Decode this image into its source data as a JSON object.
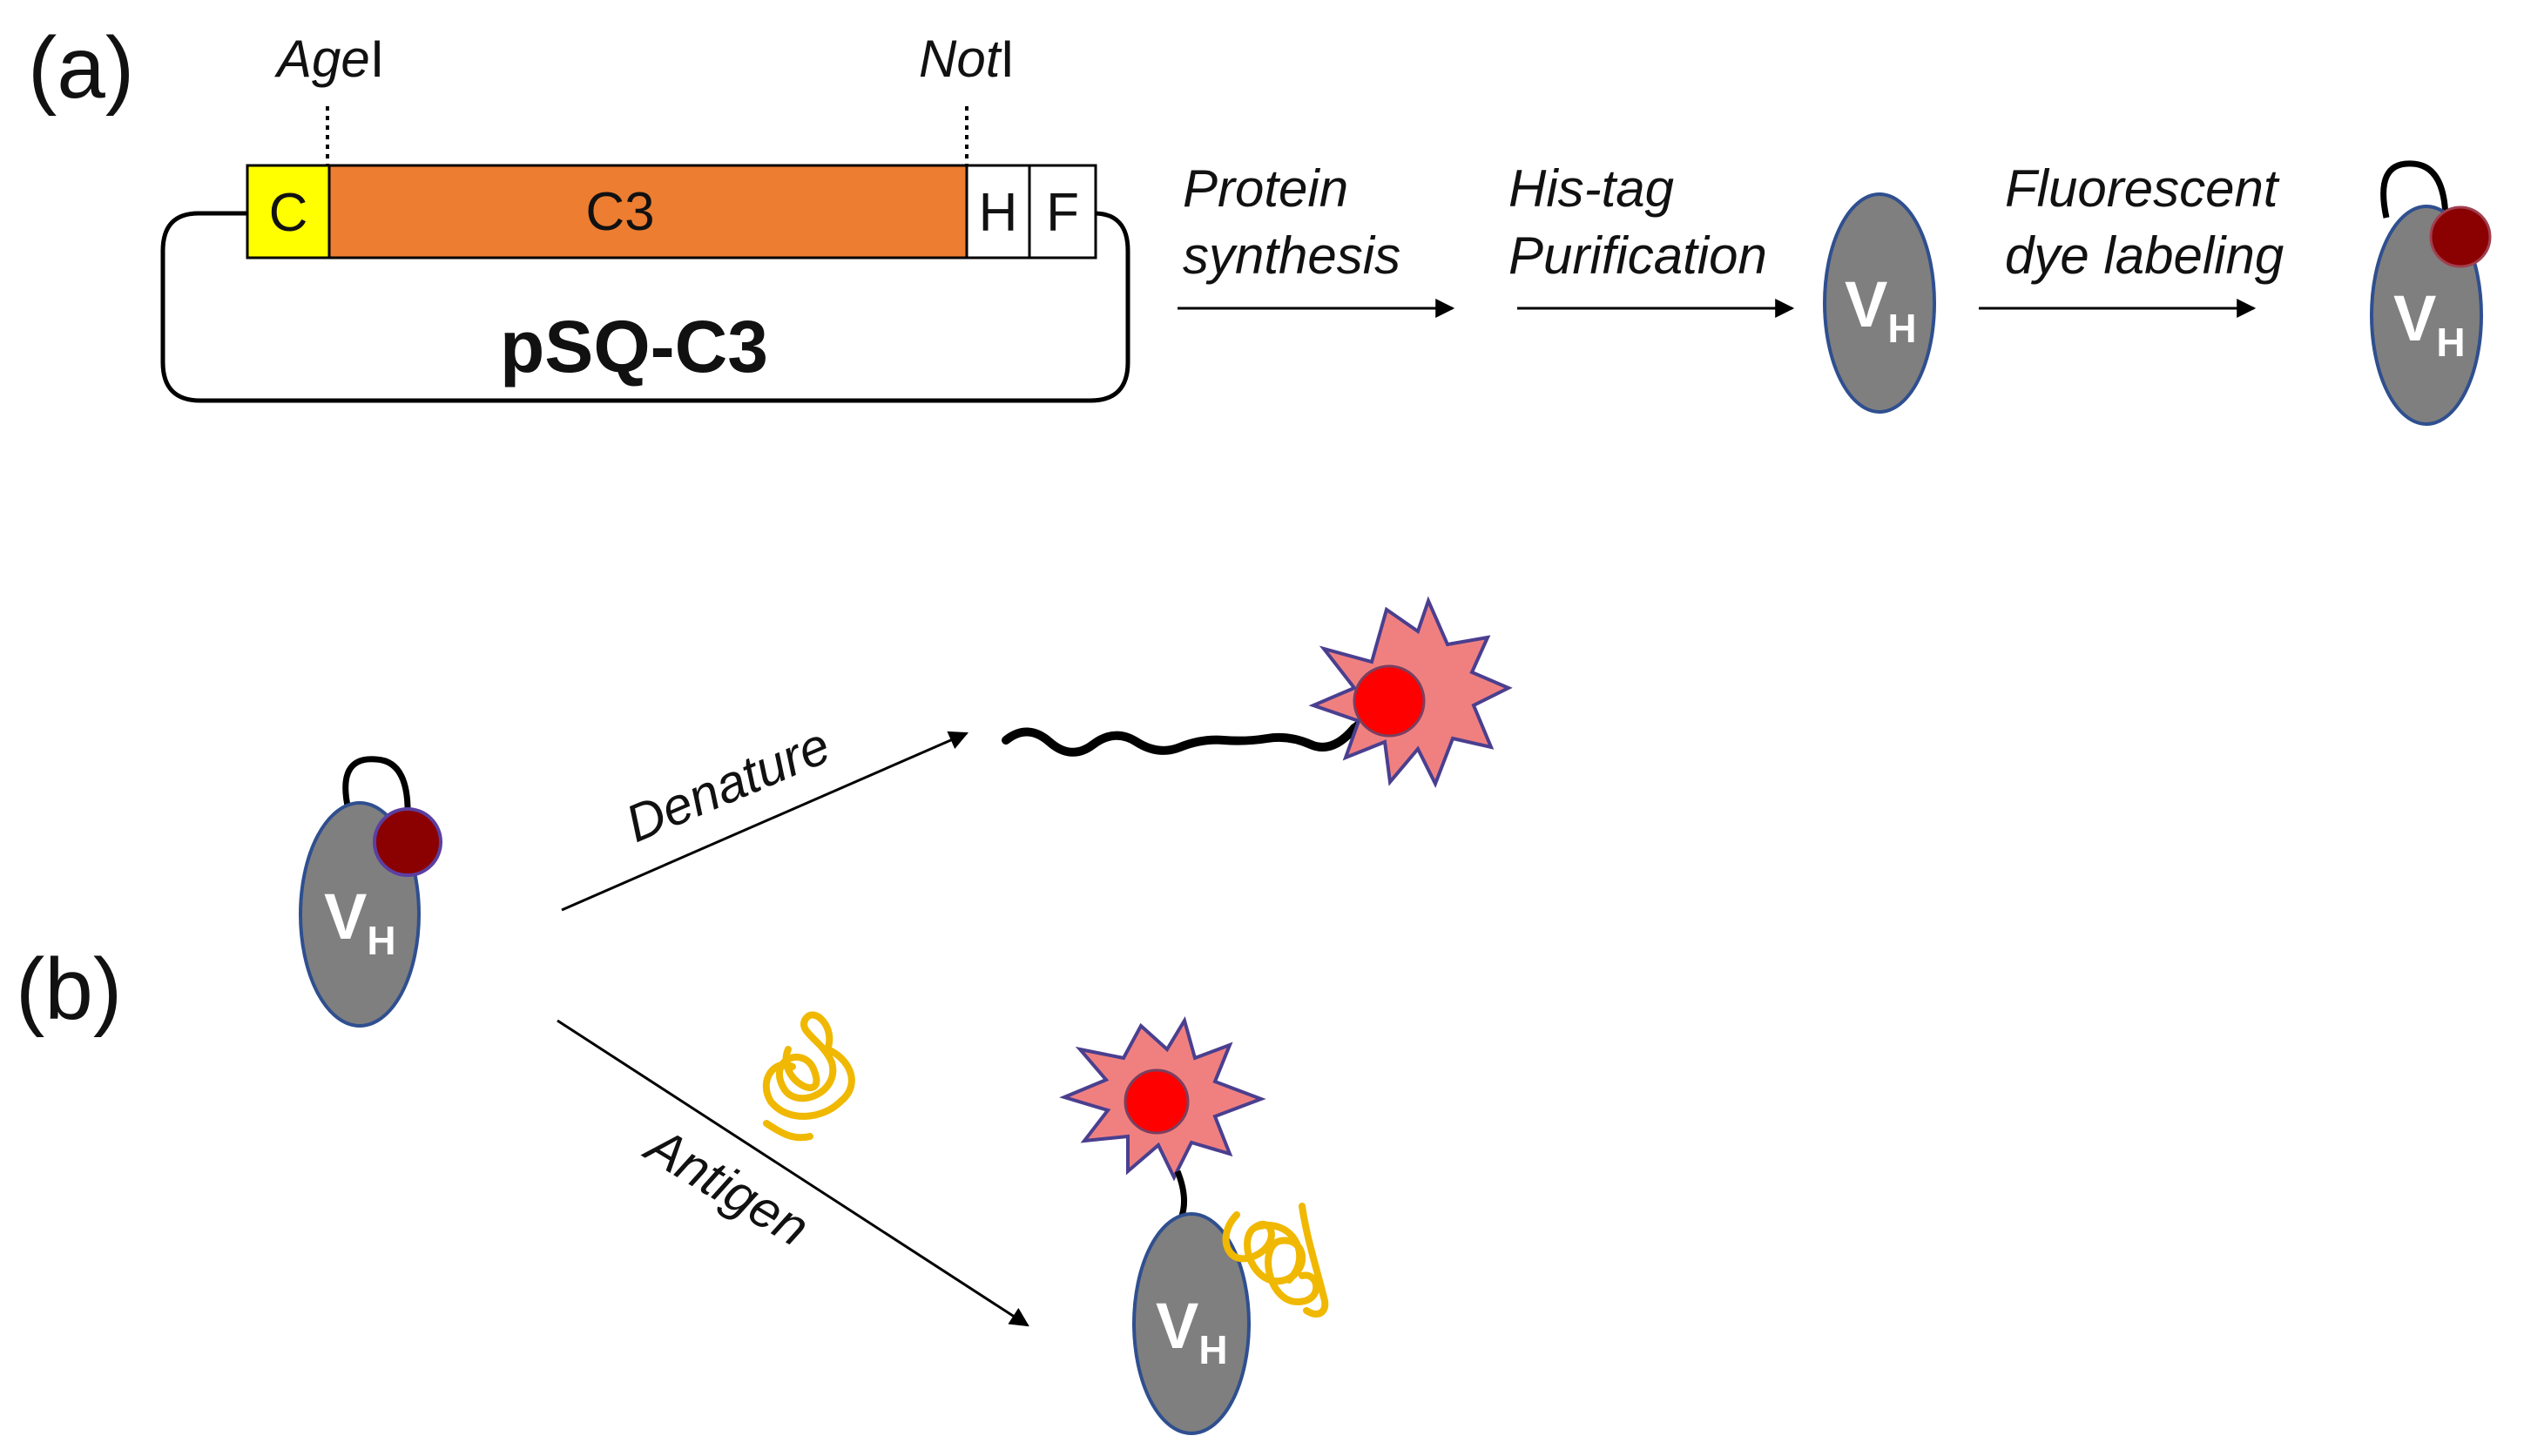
{
  "panels": {
    "a_label": "(a)",
    "b_label": "(b)"
  },
  "restriction_sites": {
    "agei_italic": "Age",
    "agei_roman": "I",
    "noti_italic": "Not",
    "noti_roman": "I"
  },
  "plasmid": {
    "name": "pSQ-C3",
    "segments": {
      "c": "C",
      "c3": "C3",
      "h": "H",
      "f": "F"
    }
  },
  "steps": {
    "protein_synthesis": [
      "Protein",
      "synthesis"
    ],
    "his_tag_purification": [
      "His-tag",
      "Purification"
    ],
    "dye_labeling": [
      "Fluorescent",
      "dye labeling"
    ],
    "denature": "Denature",
    "antigen": "Antigen"
  },
  "vh_label": {
    "main": "V",
    "sub": "H"
  },
  "colors": {
    "c_segment": "#ffff00",
    "c3_segment": "#ed7d31",
    "vh_body": "#7f7f7f",
    "vh_outline": "#2f4f8f",
    "dye_quenched": "#8b0000",
    "dye_bright": "#ff0000",
    "burst": "#f08080",
    "antigen": "#f0b800",
    "line": "#000000"
  }
}
